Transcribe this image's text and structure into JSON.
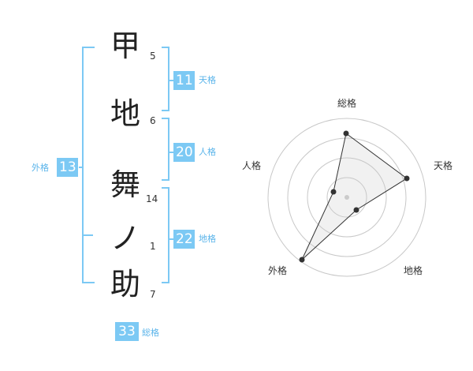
{
  "name_chars": [
    {
      "char": "甲",
      "strokes": "5"
    },
    {
      "char": "地",
      "strokes": "6"
    },
    {
      "char": "舞",
      "strokes": "14"
    },
    {
      "char": "ノ",
      "strokes": "1"
    },
    {
      "char": "助",
      "strokes": "7"
    }
  ],
  "fortunes": {
    "tenkaku": {
      "value": "11",
      "label": "天格"
    },
    "jinkaku": {
      "value": "20",
      "label": "人格"
    },
    "chikaku": {
      "value": "22",
      "label": "地格"
    },
    "gaikaku": {
      "value": "13",
      "label": "外格"
    },
    "soukaku": {
      "value": "33",
      "label": "総格"
    }
  },
  "colors": {
    "accent": "#7cc9f4",
    "accent_text": "#5ab4ea",
    "bracket": "#7cc9f4"
  },
  "radar": {
    "labels": {
      "top": "総格",
      "right": "天格",
      "bottom_right": "地格",
      "bottom_left": "外格",
      "left": "人格"
    }
  }
}
